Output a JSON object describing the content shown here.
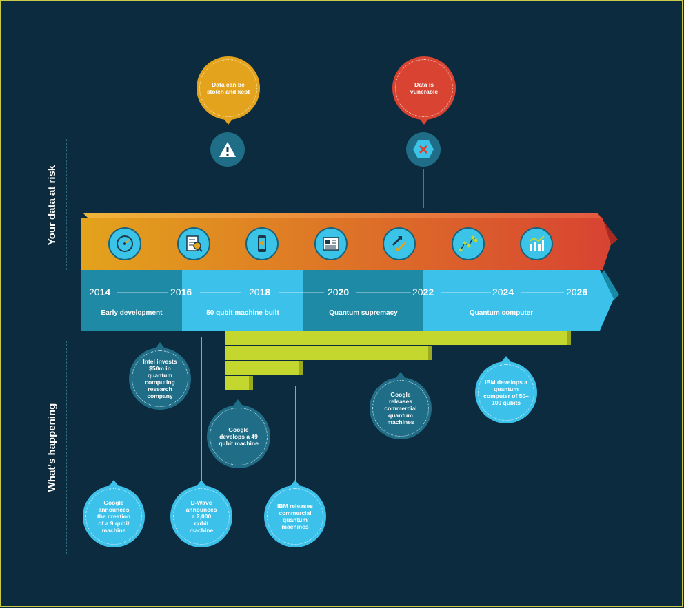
{
  "labels": {
    "risk": "Your data at risk",
    "happening": "What's happening"
  },
  "risk_bubbles": [
    {
      "text": "Data can be stolen and kept",
      "color": "#e3a31c",
      "icon": "warning-icon"
    },
    {
      "text": "Data is vunerable",
      "color": "#d84332",
      "icon": "close-icon"
    }
  ],
  "timeline_icons": [
    "gauge-icon",
    "document-search-icon",
    "phone-icon",
    "newspaper-icon",
    "arrows-icon",
    "network-icon",
    "bar-chart-icon"
  ],
  "years": [
    {
      "prefix": "20",
      "suffix": "14"
    },
    {
      "prefix": "20",
      "suffix": "16"
    },
    {
      "prefix": "20",
      "suffix": "18"
    },
    {
      "prefix": "20",
      "suffix": "20"
    },
    {
      "prefix": "20",
      "suffix": "22"
    },
    {
      "prefix": "20",
      "suffix": "24"
    },
    {
      "prefix": "20",
      "suffix": "26"
    }
  ],
  "periods": [
    {
      "label": "Early development",
      "color": "#1f8aa5"
    },
    {
      "label": "50 qubit machine built",
      "color": "#3cc1ea"
    },
    {
      "label": "Quantum supremacy",
      "color": "#1f8aa5"
    },
    {
      "label": "Quantum computer",
      "color": "#3cc1ea"
    }
  ],
  "events": [
    {
      "text": "Google announces the creation of a 9 qubit machine"
    },
    {
      "text": "Intel invests $50m in quantum computing research company"
    },
    {
      "text": "D-Wave announces a 2,000 qubit machine"
    },
    {
      "text": "Google develops a 49 qubit machine"
    },
    {
      "text": "IBM releases commercial quantum machines"
    },
    {
      "text": "Google releases commercial quantum machines"
    },
    {
      "text": "IBM develops a quantum computer of 50–100 qubits"
    }
  ],
  "colors": {
    "background": "#0d2b3e",
    "arrow_start": "#e3a31c",
    "arrow_end": "#d84332",
    "light_blue": "#3cc1ea",
    "dark_teal": "#1f8aa5",
    "lime": "#c4d72e"
  }
}
